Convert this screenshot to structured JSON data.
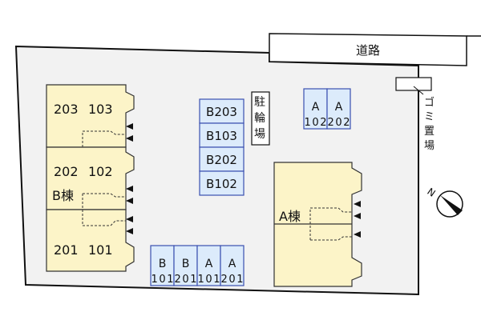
{
  "road": {
    "label": "道路"
  },
  "garbage": {
    "label_chars": [
      "ゴ",
      "ミ",
      "置",
      "場"
    ]
  },
  "bike_parking": {
    "label_chars": [
      "駐",
      "輪",
      "場"
    ]
  },
  "building_b": {
    "label": "B棟",
    "units": [
      {
        "upper": "203",
        "lower": "103"
      },
      {
        "upper": "202",
        "lower": "102"
      },
      {
        "upper": "201",
        "lower": "101"
      }
    ]
  },
  "building_a": {
    "label": "A棟"
  },
  "parking_vertical": [
    "B203",
    "B103",
    "B202",
    "B102"
  ],
  "parking_top": [
    {
      "bldg": "A",
      "unit": "102"
    },
    {
      "bldg": "A",
      "unit": "202"
    }
  ],
  "parking_bottom": [
    {
      "bldg": "B",
      "unit": "101"
    },
    {
      "bldg": "B",
      "unit": "201"
    },
    {
      "bldg": "A",
      "unit": "101"
    },
    {
      "bldg": "A",
      "unit": "201"
    }
  ],
  "compass": {
    "label": "N"
  },
  "colors": {
    "lot": "#f2f2f2",
    "building": "#fcf4c8",
    "parking": "#dcebfb",
    "parking_border": "#3a4fb0"
  }
}
